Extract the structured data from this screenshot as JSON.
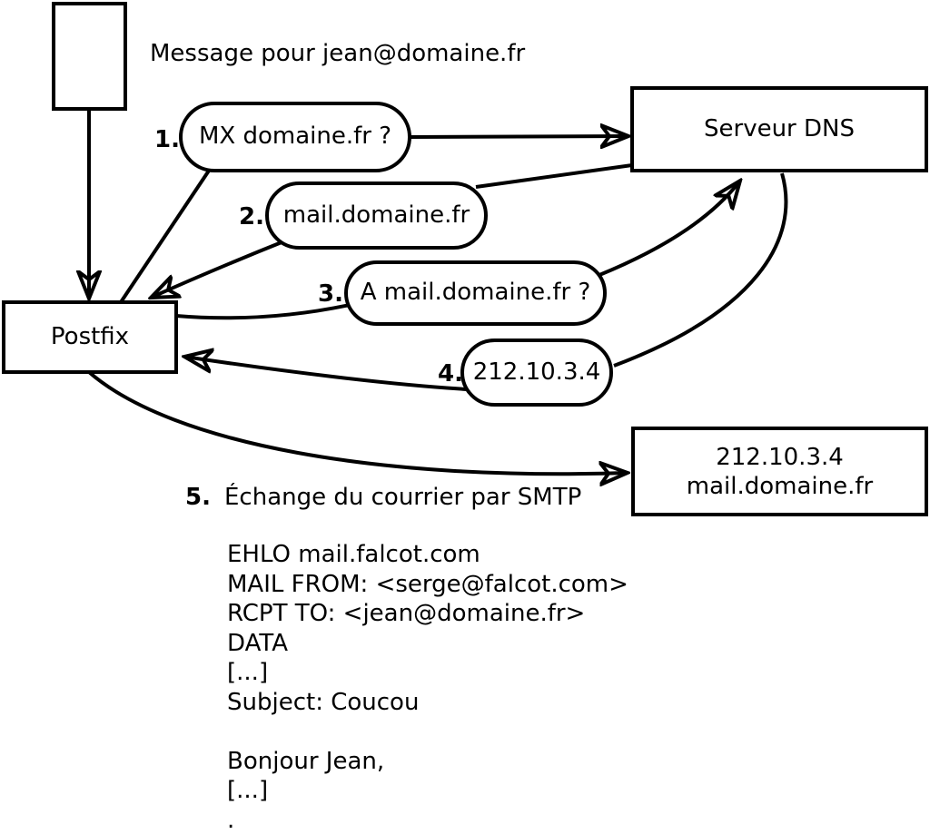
{
  "diagram": {
    "title": "Message pour jean@domaine.fr",
    "nodes": {
      "postfix": {
        "label": "Postfix"
      },
      "dns": {
        "label": "Serveur DNS"
      },
      "destination": {
        "line1": "212.10.3.4",
        "line2": "mail.domaine.fr"
      }
    },
    "steps": [
      {
        "num": "1.",
        "label": "MX domaine.fr ?"
      },
      {
        "num": "2.",
        "label": "mail.domaine.fr"
      },
      {
        "num": "3.",
        "label": "A mail.domaine.fr ?"
      },
      {
        "num": "4.",
        "label": "212.10.3.4"
      },
      {
        "num": "5.",
        "label": "Échange du courrier par SMTP"
      }
    ],
    "smtp_session": {
      "lines": [
        "EHLO mail.falcot.com",
        "MAIL FROM: <serge@falcot.com>",
        "RCPT TO: <jean@domaine.fr>",
        "DATA",
        "[...]",
        "Subject: Coucou",
        "",
        "Bonjour Jean,",
        "[...]",
        "."
      ]
    },
    "colors": {
      "stroke": "#000000",
      "background": "#ffffff"
    }
  }
}
